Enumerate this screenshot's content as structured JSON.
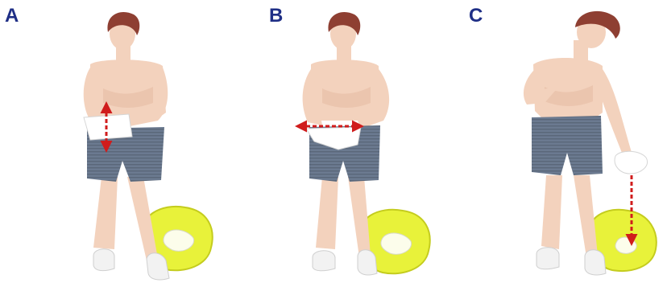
{
  "panels": [
    {
      "label": "A"
    },
    {
      "label": "B"
    },
    {
      "label": "C"
    }
  ],
  "colors": {
    "label": "#1f2f86",
    "skin": "#f3d2bd",
    "skin_shadow": "#e4b89f",
    "hair": "#8e3f32",
    "shorts": "#6b7a90",
    "shorts_stripe": "#5a6779",
    "towel": "#ffffff",
    "arrow": "#d01c1c",
    "bin": "#e8f23a",
    "bin_edge": "#c4cc1e",
    "shoe": "#f2f2f2"
  }
}
